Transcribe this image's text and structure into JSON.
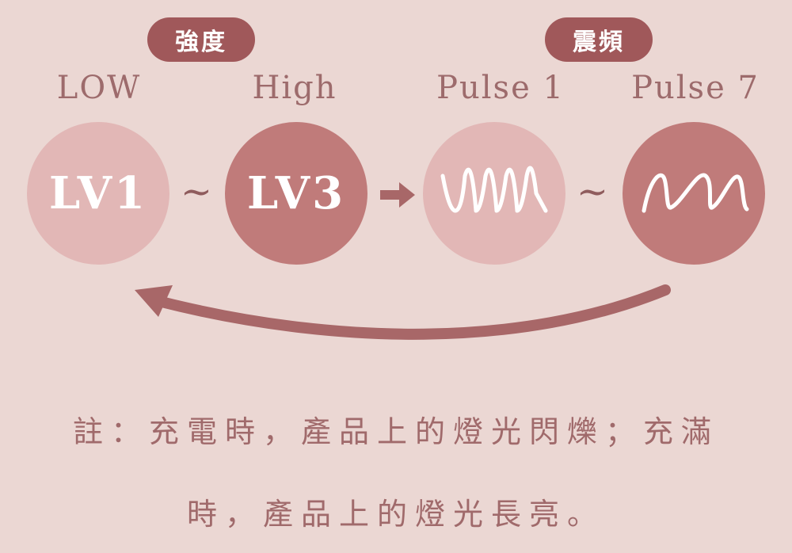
{
  "header": {
    "intensity_tag": "強度",
    "vibration_tag": "震頻"
  },
  "labels": {
    "low": "LOW",
    "high": "High",
    "pulse_start": "Pulse 1",
    "pulse_end": "Pulse 7"
  },
  "levels": {
    "min": "LV1",
    "max": "LV3",
    "range_symbol": "~"
  },
  "note": {
    "line1": "註：充電時，產品上的燈光閃爍；充滿",
    "line2": "時，產品上的燈光長亮。"
  },
  "colors": {
    "background": "#ebd7d3",
    "tag": "#a0585a",
    "circle_light": "#e2b7b6",
    "circle_dark": "#c07b7a",
    "arrow": "#a86768",
    "text": "#9d6b6c"
  }
}
